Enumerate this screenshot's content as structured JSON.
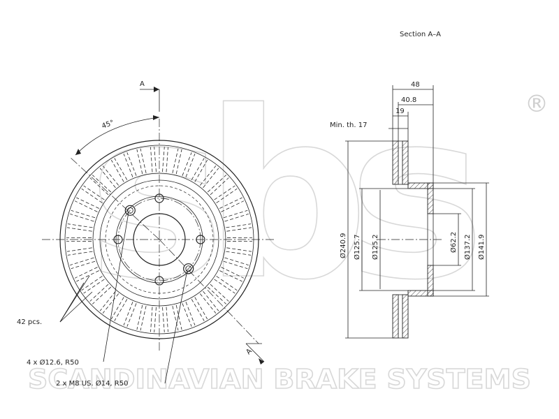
{
  "brand": {
    "logo_letters": "sbs",
    "registered_mark": "®",
    "tagline": "SCANDINAVIAN BRAKE SYSTEMS"
  },
  "section": {
    "title": "Section A–A",
    "marker_top": "A",
    "marker_bottom": "A"
  },
  "front_view": {
    "angle_label": "45°",
    "vent_count_label": "42 pcs.",
    "holes_label": "4 x Ø12.6, R50",
    "threads_label": "2 x M8 US. Ø14, R50",
    "vent_count": 42,
    "bolt_hole_count": 4
  },
  "dimensions": {
    "width_total": "48",
    "width_hat": "40.8",
    "width_friction": "19",
    "min_thickness": "Min. th. 17",
    "dia_outer": "Ø240.9",
    "dia_125_7": "Ø125.7",
    "dia_125_2": "Ø125.2",
    "dia_62_2": "Ø62.2",
    "dia_137_2": "Ø137.2",
    "dia_141_9": "Ø141.9"
  },
  "colors": {
    "line": "#222222",
    "watermark": "#d8d8d8",
    "background": "#ffffff"
  }
}
